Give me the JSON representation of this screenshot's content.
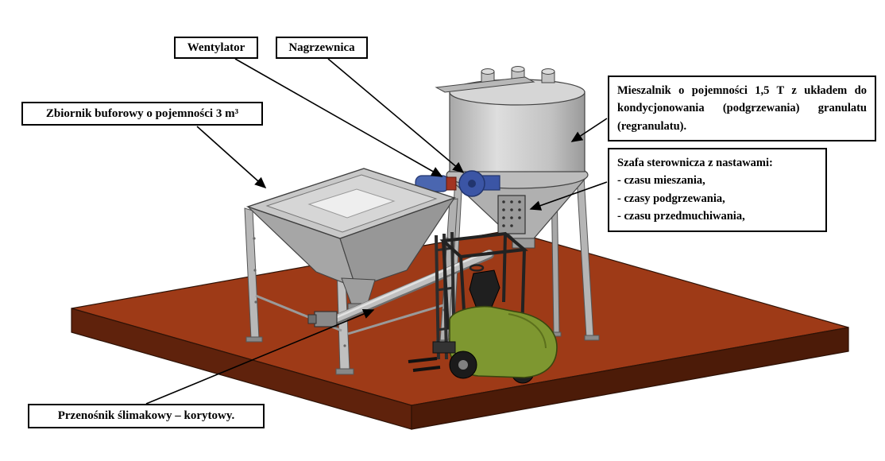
{
  "labels": {
    "wentylator": {
      "text": "Wentylator"
    },
    "nagrzewnica": {
      "text": "Nagrzewnica"
    },
    "zbiornik": {
      "text": "Zbiornik buforowy o pojemności 3 m³"
    },
    "mieszalnik": {
      "text": "Mieszalnik o pojemności 1,5 T z układem do kondycjonowania (podgrzewania) granulatu (regranulatu)."
    },
    "szafa": {
      "lines": [
        "Szafa sterownicza z nastawami:",
        "- czasu mieszania,",
        "- czasy podgrzewania,",
        "- czasu przedmuchiwania,"
      ]
    },
    "przenosnik": {
      "text": "Przenośnik ślimakowy – korytowy."
    }
  },
  "colors": {
    "floor_top": "#9e3a17",
    "floor_side_left": "#5f220c",
    "floor_side_right": "#4c1b08",
    "machine_gray": "#c7c7c7",
    "fan_blue": "#3b55a5",
    "forklift_green": "#7e9730"
  }
}
